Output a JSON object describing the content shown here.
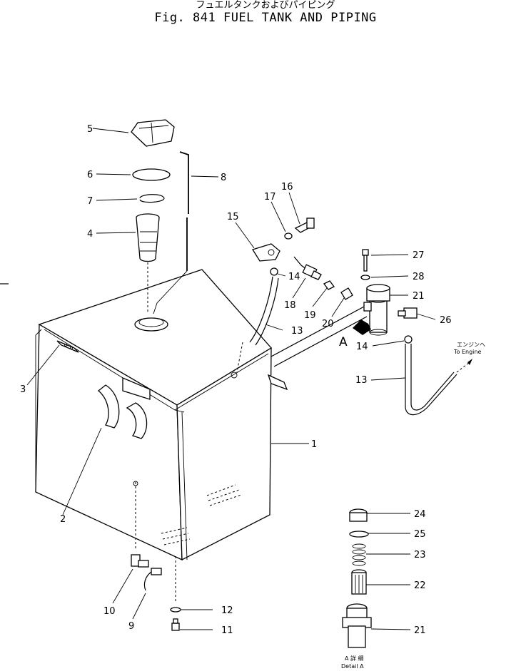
{
  "title": {
    "japanese": "フュエルタンクおよびパイピング",
    "english": "Fig. 841 FUEL TANK AND PIPING"
  },
  "view_marker": "A",
  "engine_note": {
    "japanese": "エンジンへ",
    "english": "To Engine"
  },
  "detail_caption": {
    "japanese": "A 詳 細",
    "english": "Detail A"
  },
  "callouts": {
    "c1": "1",
    "c2": "2",
    "c3": "3",
    "c4": "4",
    "c5": "5",
    "c6": "6",
    "c7": "7",
    "c8": "8",
    "c9": "9",
    "c10": "10",
    "c11": "11",
    "c12": "12",
    "c13a": "13",
    "c13b": "13",
    "c14a": "14",
    "c14b": "14",
    "c15": "15",
    "c16": "16",
    "c17": "17",
    "c18": "18",
    "c19": "19",
    "c20": "20",
    "c21a": "21",
    "c21b": "21",
    "c22": "22",
    "c23": "23",
    "c24": "24",
    "c25": "25",
    "c26": "26",
    "c27": "27",
    "c28": "28"
  }
}
